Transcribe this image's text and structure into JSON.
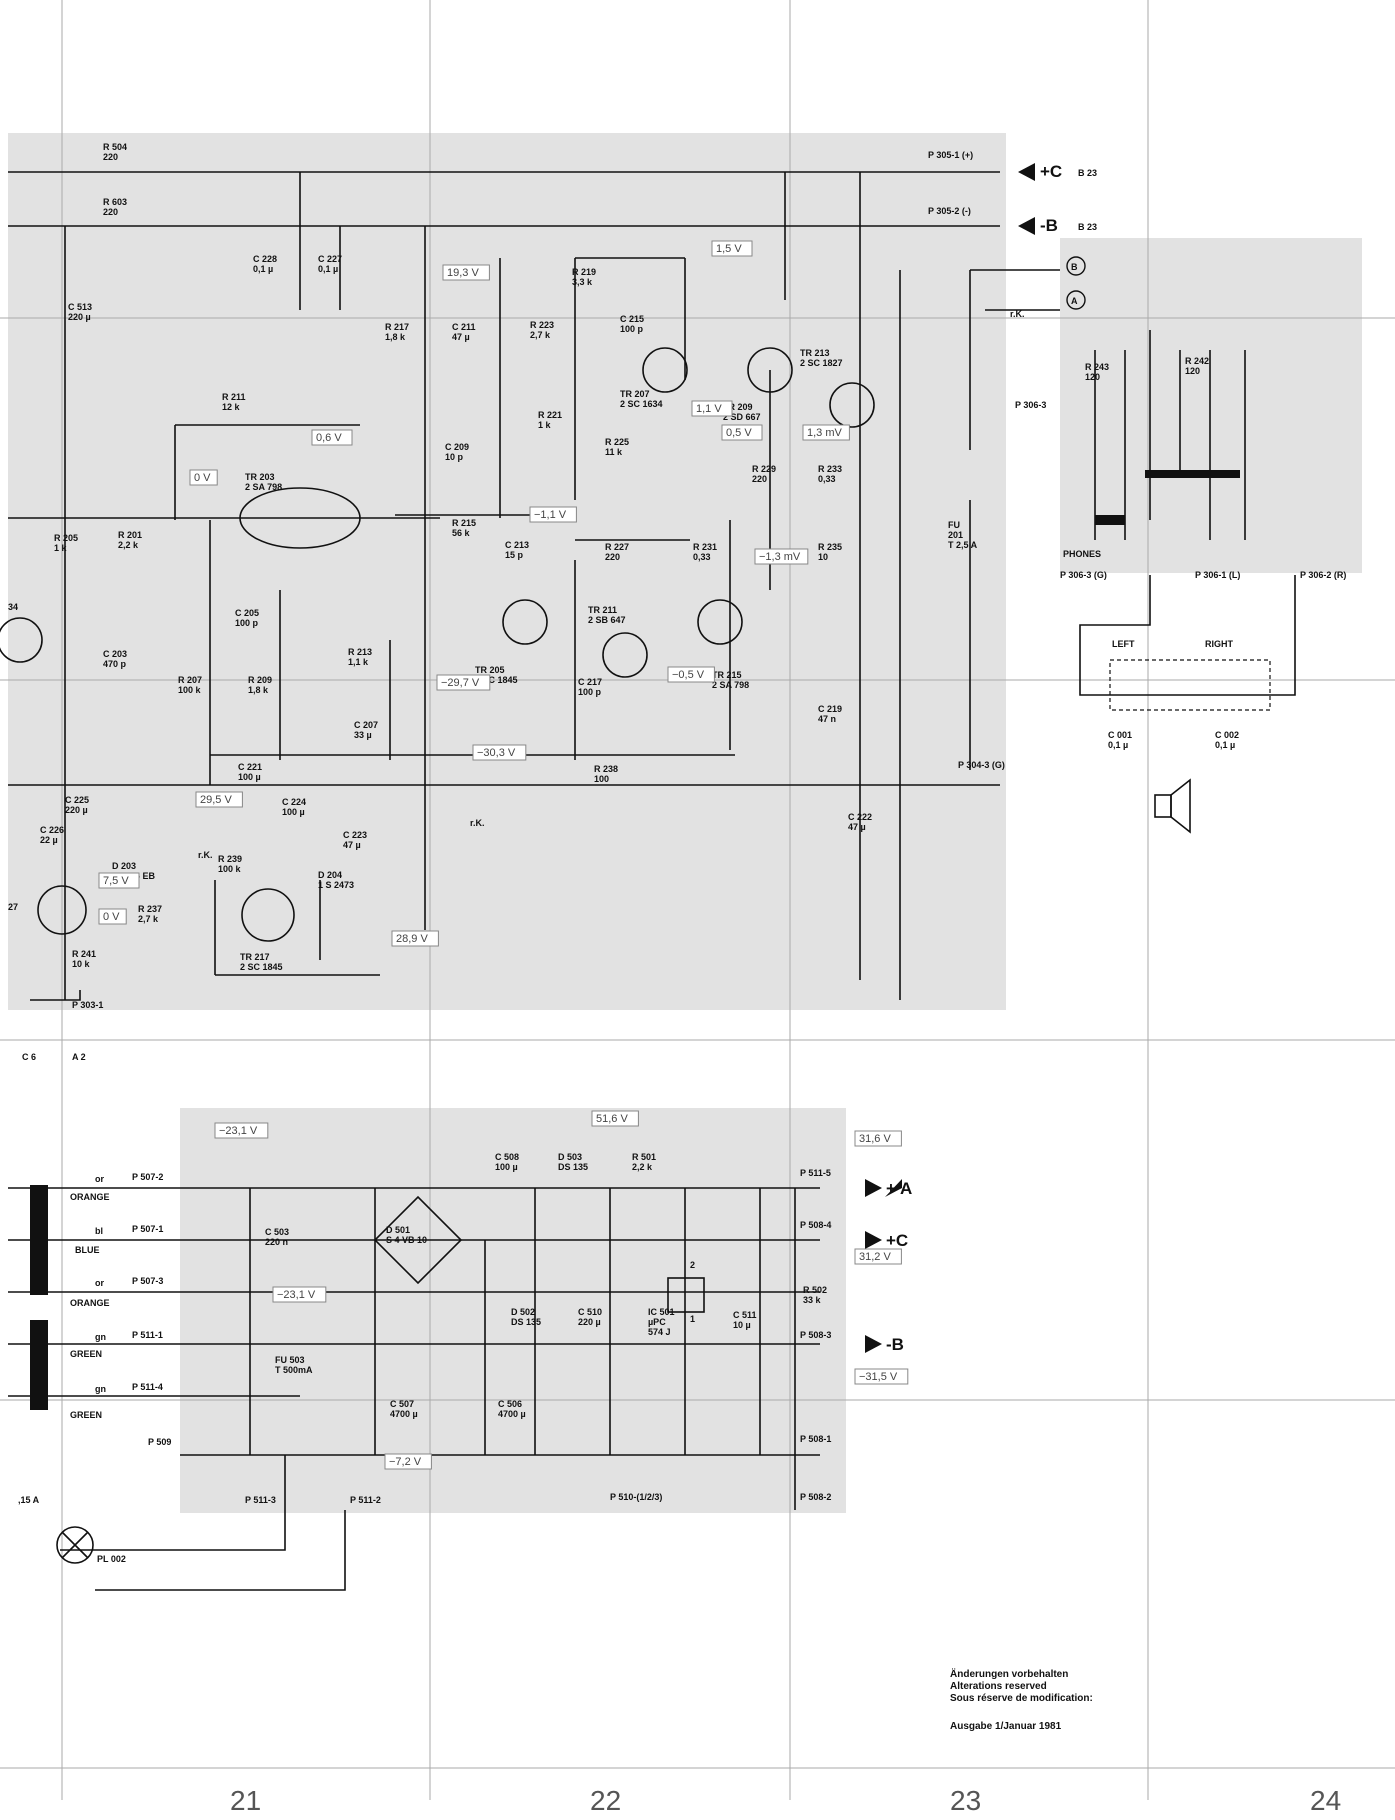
{
  "columns": [
    "21",
    "22",
    "23",
    "24"
  ],
  "bottom_note": [
    "Änderungen vorbehalten",
    "Alterations reserved",
    "Sous réserve de modification:",
    "",
    "Ausgabe 1/Januar 1981"
  ],
  "terminals": [
    {
      "id": "plus-c-top",
      "text": "+C",
      "ref": "B 23"
    },
    {
      "id": "minus-b-top",
      "text": "-B",
      "ref": "B 23"
    },
    {
      "id": "plus-a",
      "text": "+ A"
    },
    {
      "id": "plus-c-bottom",
      "text": "+C"
    },
    {
      "id": "minus-b-bottom",
      "text": "-B"
    }
  ],
  "connectors": [
    "P 305-1 (+)",
    "P 305-2 (-)",
    "P 304-3 (G)",
    "P 303-1",
    "P 306-3",
    "P 306-3 (G)",
    "P 306-1 (L)",
    "P 306-2 (R)",
    "P 507-2",
    "P 507-1",
    "P 507-3",
    "P 511-1",
    "P 511-4",
    "P 509",
    "P 511-3",
    "P 511-2",
    "P 510-(1/2/3)",
    "P 511-5",
    "P 508-4",
    "P 508-3",
    "P 508-1",
    "P 508-2"
  ],
  "bottom_refs": [
    "C 6",
    "A 2"
  ],
  "wire_colors": [
    {
      "abbr": "or",
      "name": "ORANGE"
    },
    {
      "abbr": "bl",
      "name": "BLUE"
    },
    {
      "abbr": "or",
      "name": "ORANGE"
    },
    {
      "abbr": "gn",
      "name": "GREEN"
    },
    {
      "abbr": "gn",
      "name": "GREEN"
    }
  ],
  "component_labels": [
    {
      "id": "r504",
      "lines": [
        "R 504",
        "220"
      ]
    },
    {
      "id": "r603",
      "lines": [
        "R 603",
        "220"
      ]
    },
    {
      "id": "c513",
      "lines": [
        "C 513",
        "220 µ"
      ]
    },
    {
      "id": "c228",
      "lines": [
        "C 228",
        "0,1 µ"
      ]
    },
    {
      "id": "c227",
      "lines": [
        "C 227",
        "0,1 µ"
      ]
    },
    {
      "id": "r219",
      "lines": [
        "R 219",
        "3,3 k"
      ]
    },
    {
      "id": "r217",
      "lines": [
        "R 217",
        "1,8 k"
      ]
    },
    {
      "id": "c211",
      "lines": [
        "C 211",
        "47 µ"
      ]
    },
    {
      "id": "r223",
      "lines": [
        "R 223",
        "2,7 k"
      ]
    },
    {
      "id": "c215",
      "lines": [
        "C 215",
        "100 p"
      ]
    },
    {
      "id": "tr207",
      "lines": [
        "TR 207",
        "2 SC 1634"
      ]
    },
    {
      "id": "tr209",
      "lines": [
        "TR 209",
        "2 SD 667"
      ]
    },
    {
      "id": "tr213",
      "lines": [
        "TR 213",
        "2 SC 1827"
      ]
    },
    {
      "id": "r221",
      "lines": [
        "R 221",
        "1 k"
      ]
    },
    {
      "id": "r225",
      "lines": [
        "R 225",
        "11 k"
      ]
    },
    {
      "id": "r211",
      "lines": [
        "R 211",
        "12 k"
      ]
    },
    {
      "id": "tr203",
      "lines": [
        "TR 203",
        "2 SA 798"
      ]
    },
    {
      "id": "c209",
      "lines": [
        "C 209",
        "10 p"
      ]
    },
    {
      "id": "r229",
      "lines": [
        "R 229",
        "220"
      ]
    },
    {
      "id": "r233",
      "lines": [
        "R 233",
        "0,33"
      ]
    },
    {
      "id": "r205",
      "lines": [
        "R 205",
        "1 k"
      ]
    },
    {
      "id": "r201",
      "lines": [
        "R 201",
        "2,2 k"
      ]
    },
    {
      "id": "r215",
      "lines": [
        "R 215",
        "56 k"
      ]
    },
    {
      "id": "c213",
      "lines": [
        "C 213",
        "15 p"
      ]
    },
    {
      "id": "r227",
      "lines": [
        "R 227",
        "220"
      ]
    },
    {
      "id": "r231",
      "lines": [
        "R 231",
        "0,33"
      ]
    },
    {
      "id": "r235",
      "lines": [
        "R 235",
        "10"
      ]
    },
    {
      "id": "fu201",
      "lines": [
        "FU",
        "201",
        "T 2,5 A"
      ]
    },
    {
      "id": "c205",
      "lines": [
        "C 205",
        "100 p"
      ]
    },
    {
      "id": "tr211",
      "lines": [
        "TR 211",
        "2 SB 647"
      ]
    },
    {
      "id": "c203",
      "lines": [
        "C 203",
        "470 p"
      ]
    },
    {
      "id": "r213",
      "lines": [
        "R 213",
        "1,1 k"
      ]
    },
    {
      "id": "tr205",
      "lines": [
        "TR 205",
        "2 SC 1845"
      ]
    },
    {
      "id": "tr215",
      "lines": [
        "TR 215",
        "2 SA 798"
      ]
    },
    {
      "id": "r207",
      "lines": [
        "R 207",
        "100 k"
      ]
    },
    {
      "id": "r209",
      "lines": [
        "R 209",
        "1,8 k"
      ]
    },
    {
      "id": "c217",
      "lines": [
        "C 217",
        "100 p"
      ]
    },
    {
      "id": "c207",
      "lines": [
        "C 207",
        "33 µ"
      ]
    },
    {
      "id": "c219",
      "lines": [
        "C 219",
        "47 n"
      ]
    },
    {
      "id": "c221",
      "lines": [
        "C 221",
        "100 µ"
      ]
    },
    {
      "id": "r238",
      "lines": [
        "R 238",
        "100"
      ]
    },
    {
      "id": "c225",
      "lines": [
        "C 225",
        "220 µ"
      ]
    },
    {
      "id": "c226",
      "lines": [
        "C 226",
        "22 µ"
      ]
    },
    {
      "id": "c224",
      "lines": [
        "C 224",
        "100 µ"
      ]
    },
    {
      "id": "c223",
      "lines": [
        "C 223",
        "47 µ"
      ]
    },
    {
      "id": "c222",
      "lines": [
        "C 222",
        "47 µ"
      ]
    },
    {
      "id": "d203",
      "lines": [
        "D 203",
        "RD 7,5 EB"
      ]
    },
    {
      "id": "r239",
      "lines": [
        "R 239",
        "100 k"
      ]
    },
    {
      "id": "d204",
      "lines": [
        "D 204",
        "1 S 2473"
      ]
    },
    {
      "id": "r237",
      "lines": [
        "R 237",
        "2,7 k"
      ]
    },
    {
      "id": "tr217",
      "lines": [
        "TR 217",
        "2 SC 1845"
      ]
    },
    {
      "id": "r241",
      "lines": [
        "R 241",
        "10 k"
      ]
    },
    {
      "id": "r243",
      "lines": [
        "R 243",
        "120"
      ]
    },
    {
      "id": "r242",
      "lines": [
        "R 242",
        "120"
      ]
    },
    {
      "id": "phones",
      "lines": [
        "PHONES"
      ]
    },
    {
      "id": "left",
      "lines": [
        "LEFT"
      ]
    },
    {
      "id": "right",
      "lines": [
        "RIGHT"
      ]
    },
    {
      "id": "c001",
      "lines": [
        "C 001",
        "0,1 µ"
      ]
    },
    {
      "id": "c002",
      "lines": [
        "C 002",
        "0,1 µ"
      ]
    },
    {
      "id": "c508",
      "lines": [
        "C 508",
        "100 µ"
      ]
    },
    {
      "id": "d503",
      "lines": [
        "D 503",
        "DS 135"
      ]
    },
    {
      "id": "r501",
      "lines": [
        "R 501",
        "2,2 k"
      ]
    },
    {
      "id": "c503",
      "lines": [
        "C 503",
        "220 n"
      ]
    },
    {
      "id": "d501",
      "lines": [
        "D 501",
        "S 4 VB 10"
      ]
    },
    {
      "id": "d502",
      "lines": [
        "D 502",
        "DS 135"
      ]
    },
    {
      "id": "c510",
      "lines": [
        "C 510",
        "220 µ"
      ]
    },
    {
      "id": "ic501",
      "lines": [
        "IC 501",
        "µPC",
        "574 J"
      ]
    },
    {
      "id": "c511",
      "lines": [
        "C 511",
        "10 µ"
      ]
    },
    {
      "id": "r502",
      "lines": [
        "R 502",
        "33 k"
      ]
    },
    {
      "id": "fu503",
      "lines": [
        "FU 503",
        "T 500mA"
      ]
    },
    {
      "id": "c507",
      "lines": [
        "C 507",
        "4700 µ"
      ]
    },
    {
      "id": "c506",
      "lines": [
        "C 506",
        "4700 µ"
      ]
    },
    {
      "id": "pl002",
      "lines": [
        "PL 002"
      ]
    },
    {
      "id": "fuse-left",
      "lines": [
        ",15 A"
      ]
    },
    {
      "id": "tr227",
      "lines": [
        "27"
      ]
    },
    {
      "id": "tr234",
      "lines": [
        "34"
      ]
    }
  ],
  "measurements": [
    {
      "id": "v1",
      "value": "19,3 V"
    },
    {
      "id": "v2",
      "value": "1,5 V"
    },
    {
      "id": "v3",
      "value": "0,6 V"
    },
    {
      "id": "v4",
      "value": "0 V"
    },
    {
      "id": "v5",
      "value": "1,1 V"
    },
    {
      "id": "v6",
      "value": "0,5 V"
    },
    {
      "id": "v7",
      "value": "1,3 mV"
    },
    {
      "id": "v8",
      "value": "−1,1 V"
    },
    {
      "id": "v9",
      "value": "−1,3 mV"
    },
    {
      "id": "v10",
      "value": "−29,7 V"
    },
    {
      "id": "v11",
      "value": "−0,5 V"
    },
    {
      "id": "v12",
      "value": "−30,3 V"
    },
    {
      "id": "v13",
      "value": "29,5 V"
    },
    {
      "id": "v14",
      "value": "7,5 V"
    },
    {
      "id": "v15",
      "value": "0 V"
    },
    {
      "id": "v16",
      "value": "28,9 V"
    },
    {
      "id": "v17",
      "value": "−23,1 V"
    },
    {
      "id": "v18",
      "value": "51,6 V"
    },
    {
      "id": "v19",
      "value": "31,6 V"
    },
    {
      "id": "v20",
      "value": "31,2 V"
    },
    {
      "id": "v21",
      "value": "−23,1 V"
    },
    {
      "id": "v22",
      "value": "−31,5 V"
    },
    {
      "id": "v23",
      "value": "−7,2 V"
    }
  ],
  "ground_refs": [
    "r.K.",
    "r.K.",
    "r.K."
  ],
  "jack_points": [
    "B",
    "A"
  ],
  "ic_pins": [
    "2",
    "1"
  ]
}
